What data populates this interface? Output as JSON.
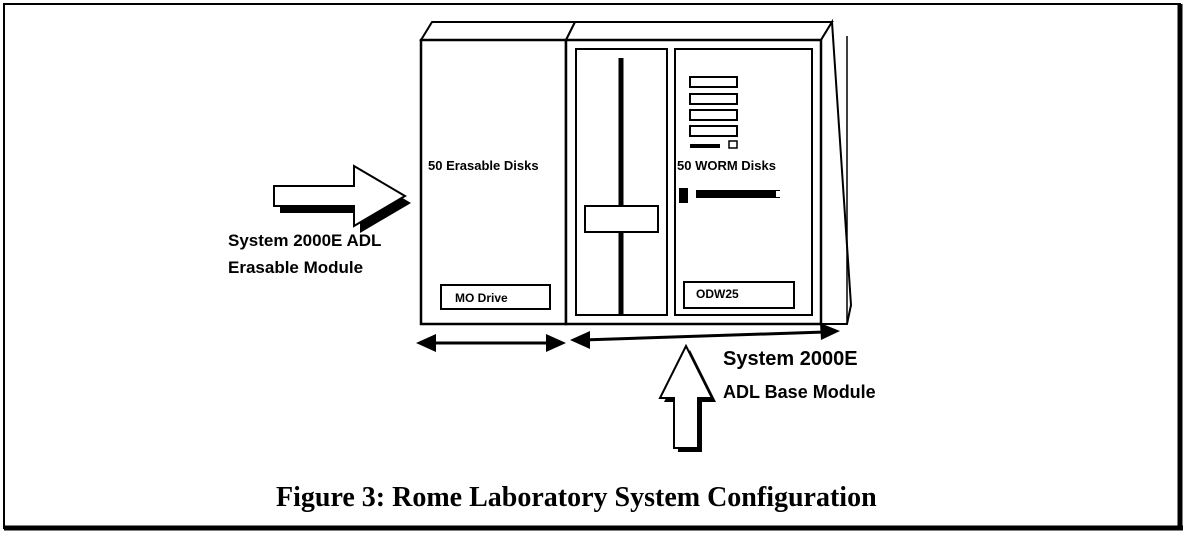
{
  "diagram": {
    "caption": "Figure 3: Rome Laboratory System Configuration",
    "erasable_module": {
      "panel_label": "50 Erasable Disks",
      "drive_label": "MO Drive",
      "arrow_label_line1": "System 2000E ADL",
      "arrow_label_line2": "Erasable Module"
    },
    "base_module": {
      "panel_label": "50 WORM Disks",
      "drive_label": "ODW25",
      "arrow_label_line1": "System 2000E",
      "arrow_label_line2": "ADL Base Module"
    }
  }
}
